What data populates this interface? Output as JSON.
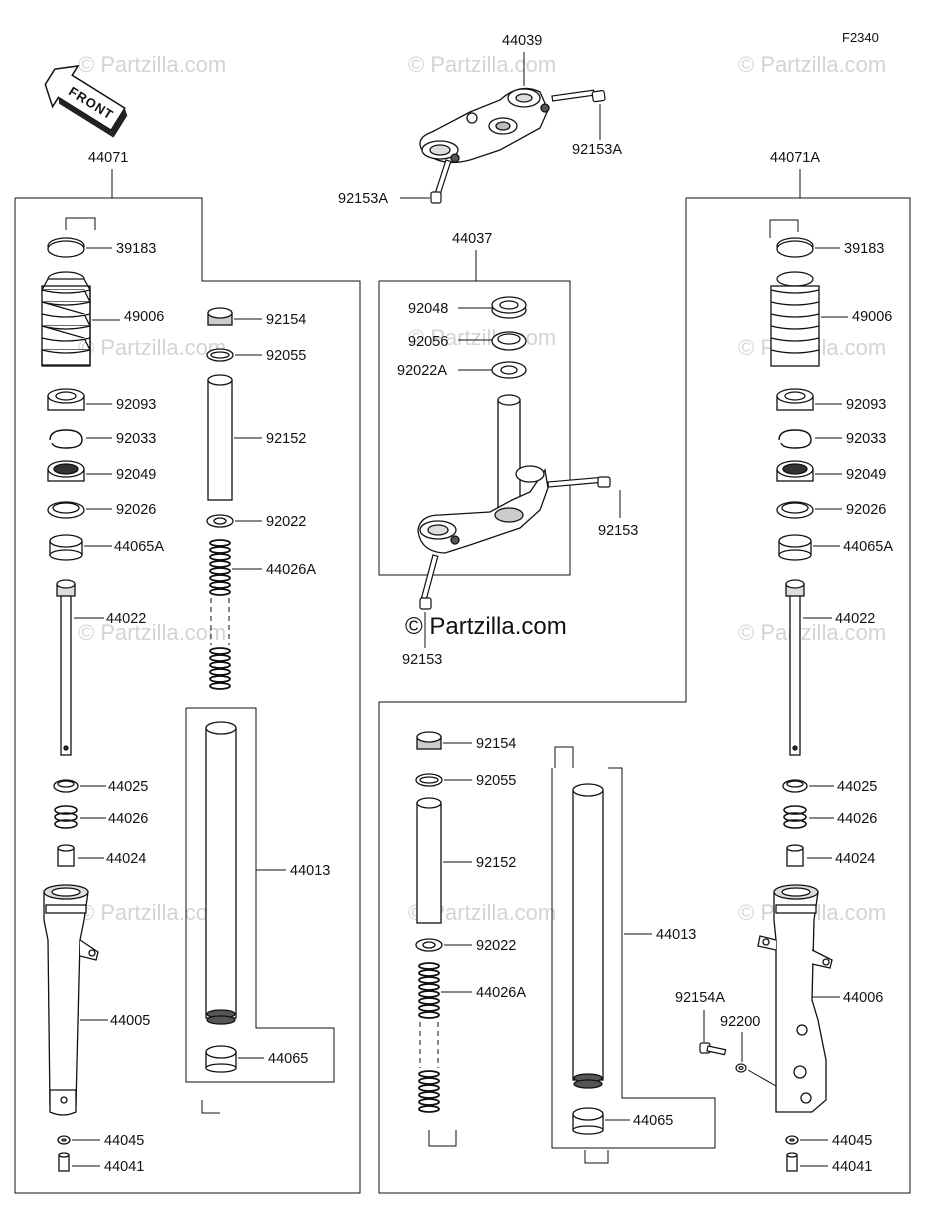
{
  "diagram_code": "F2340",
  "front_arrow_text": "FRONT",
  "brand_text": "© Partzilla.com",
  "watermark_text": "© Partzilla.com",
  "top": {
    "assembly": "44039",
    "bolt_right": "92153A",
    "bolt_left": "92153A"
  },
  "steering_stem": {
    "assembly": "44037",
    "parts": [
      "92048",
      "92056",
      "92022A",
      "92153",
      "92153"
    ]
  },
  "left_fork": {
    "assembly": "44071",
    "left_parts": [
      "39183",
      "49006",
      "92093",
      "92033",
      "92049",
      "92026",
      "44065A",
      "44022",
      "44025",
      "44026",
      "44024",
      "44005",
      "44045",
      "44041"
    ],
    "right_parts": [
      "92154",
      "92055",
      "92152",
      "92022",
      "44026A",
      "44013",
      "44065"
    ]
  },
  "right_fork": {
    "assembly": "44071A",
    "right_parts": [
      "39183",
      "49006",
      "92093",
      "92033",
      "92049",
      "92026",
      "44065A",
      "44022",
      "44025",
      "44026",
      "44024",
      "44006",
      "44045",
      "44041"
    ],
    "left_parts": [
      "92154",
      "92055",
      "92152",
      "92022",
      "44026A",
      "44013",
      "44065"
    ],
    "caliper_bolt": "92154A",
    "washer": "92200"
  }
}
